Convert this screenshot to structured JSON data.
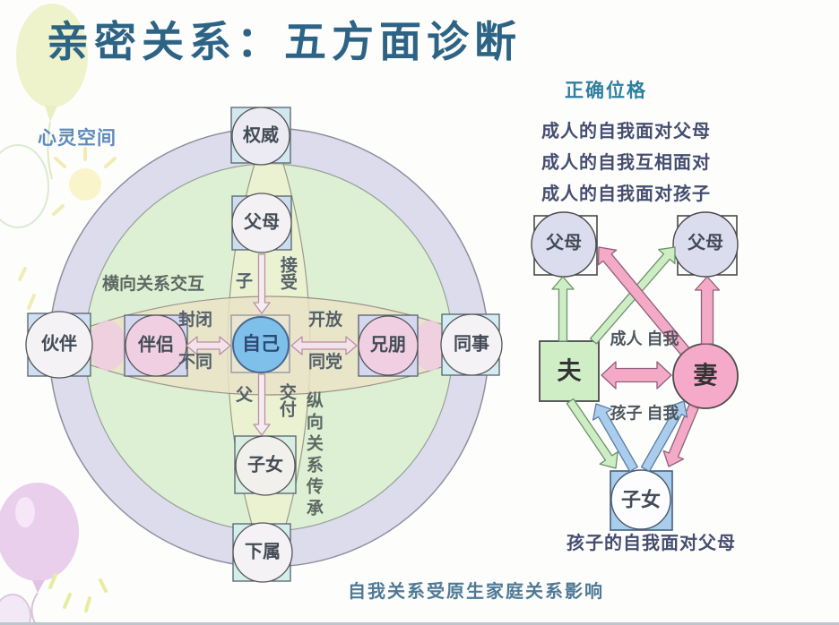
{
  "title": "亲密关系：五方面诊断",
  "footer": "自我关系受原生家庭关系影响",
  "colors": {
    "title": "#2d6485",
    "heading_teal": "#2f7f9f",
    "body_text": "#454e70",
    "self_node_blue": "#7fc0ea",
    "husband_green": "#cfeec6",
    "wife_pink": "#f6aac9",
    "children_blue": "#a9cdec",
    "arrow_green": "#cdeec4",
    "arrow_pink": "#f4a9c7",
    "arrow_blue": "#aacdee"
  },
  "left_diagram": {
    "label": "心灵空间",
    "horizontal_axis_label": "横向关系交互",
    "vertical_axis_label": "纵向关系传承",
    "arrow_labels": {
      "closed": "封闭",
      "different": "不同",
      "open": "开放",
      "same_party": "同党",
      "child_role": "子",
      "receive": "接受",
      "father_role": "父",
      "deliver": "交付"
    },
    "nodes": {
      "authority": "权威",
      "parents": "父母",
      "partner": "伙伴",
      "companion": "伴侣",
      "self": "自己",
      "brothers_friends": "兄朋",
      "colleagues": "同事",
      "children": "子女",
      "subordinates": "下属"
    }
  },
  "right_diagram": {
    "title": "正确位格",
    "lines": [
      "成人的自我面对父母",
      "成人的自我互相面对",
      "成人的自我面对孩子"
    ],
    "nodes": {
      "father_parents": "父母",
      "mother_parents": "父母",
      "husband": "夫",
      "wife": "妻",
      "children": "子女"
    },
    "adult_self_label": "成人\n自我",
    "child_self_label": "孩子\n自我",
    "caption": "孩子的自我面对父母"
  }
}
